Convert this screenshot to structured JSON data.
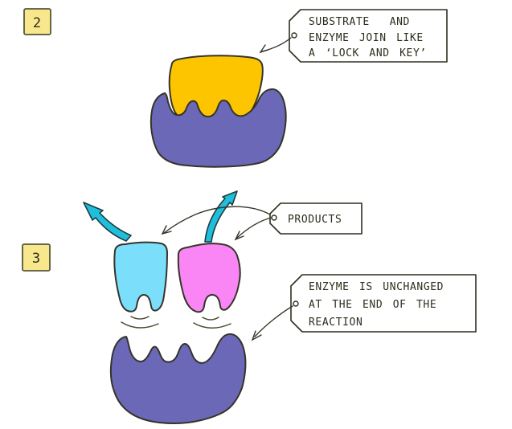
{
  "steps": {
    "step2_label": "2",
    "step3_label": "3"
  },
  "tags": {
    "substrate": {
      "lines": [
        "SUBSTRATE  AND",
        "ENZYME JOIN LIKE",
        "A ‘LOCK AND KEY’"
      ]
    },
    "products": {
      "label": "PRODUCTS"
    },
    "enzyme_unchanged": {
      "lines": [
        "ENZYME IS UNCHANGED",
        "AT THE END OF THE",
        "REACTION"
      ]
    }
  },
  "colors": {
    "substrate": "#FDC500",
    "enzyme": "#6C68B8",
    "product_left": "#7BDFFC",
    "product_right": "#FA85F5",
    "arrow": "#1FBFDC",
    "badge_bg": "#F8E78C"
  }
}
